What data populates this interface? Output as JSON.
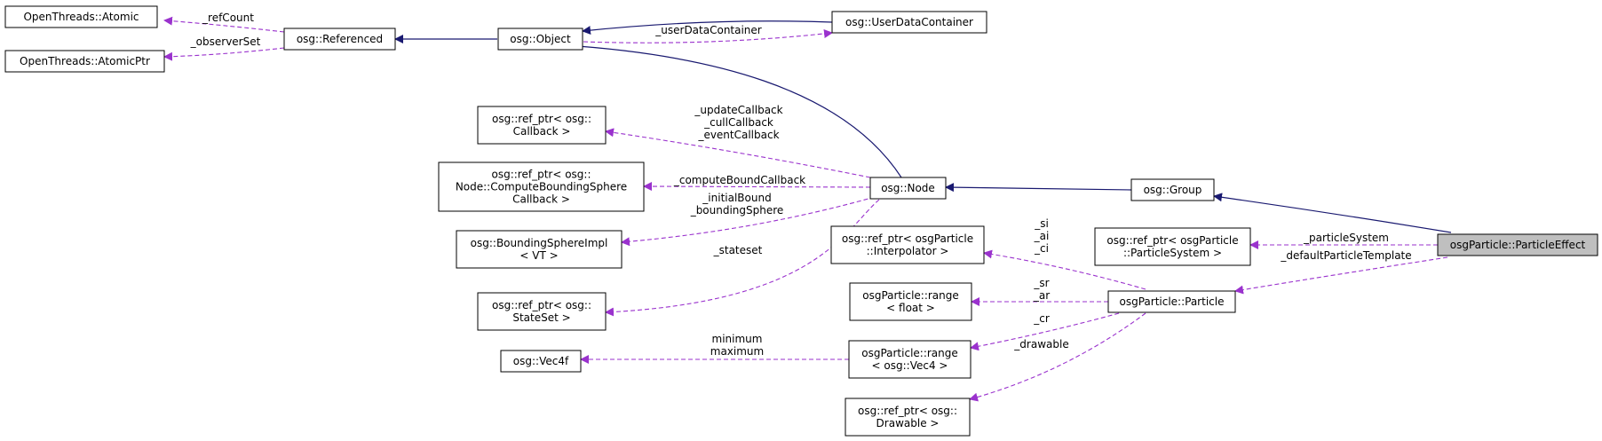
{
  "colors": {
    "inherit_edge": "#191970",
    "usage_edge": "#9a32cd",
    "node_border": "#000000",
    "node_fill": "#ffffff",
    "highlight_fill": "#bfbfbf"
  },
  "nodes": [
    {
      "id": "atomic",
      "lines": [
        "OpenThreads::Atomic"
      ]
    },
    {
      "id": "atomicptr",
      "lines": [
        "OpenThreads::AtomicPtr"
      ]
    },
    {
      "id": "referenced",
      "lines": [
        "osg::Referenced"
      ]
    },
    {
      "id": "object",
      "lines": [
        "osg::Object"
      ]
    },
    {
      "id": "udc",
      "lines": [
        "osg::UserDataContainer"
      ]
    },
    {
      "id": "refcallback",
      "lines": [
        "osg::ref_ptr< osg::",
        "Callback >"
      ]
    },
    {
      "id": "refcbs",
      "lines": [
        "osg::ref_ptr< osg::",
        "Node::ComputeBoundingSphere",
        "Callback >"
      ]
    },
    {
      "id": "bsimpl",
      "lines": [
        "osg::BoundingSphereImpl",
        "< VT >"
      ]
    },
    {
      "id": "refstateset",
      "lines": [
        "osg::ref_ptr< osg::",
        "StateSet >"
      ]
    },
    {
      "id": "vec4f",
      "lines": [
        "osg::Vec4f"
      ]
    },
    {
      "id": "node",
      "lines": [
        "osg::Node"
      ]
    },
    {
      "id": "group",
      "lines": [
        "osg::Group"
      ]
    },
    {
      "id": "refinterp",
      "lines": [
        "osg::ref_ptr< osgParticle",
        "::Interpolator >"
      ]
    },
    {
      "id": "rangefloat",
      "lines": [
        "osgParticle::range",
        "< float >"
      ]
    },
    {
      "id": "rangevec4",
      "lines": [
        "osgParticle::range",
        "< osg::Vec4 >"
      ]
    },
    {
      "id": "refdrawable",
      "lines": [
        "osg::ref_ptr< osg::",
        "Drawable >"
      ]
    },
    {
      "id": "refps",
      "lines": [
        "osg::ref_ptr< osgParticle",
        "::ParticleSystem >"
      ]
    },
    {
      "id": "particle",
      "lines": [
        "osgParticle::Particle"
      ]
    },
    {
      "id": "effect",
      "lines": [
        "osgParticle::ParticleEffect"
      ]
    }
  ],
  "edge_labels": [
    {
      "id": "refcount",
      "lines": [
        "_refCount"
      ]
    },
    {
      "id": "observerset",
      "lines": [
        "_observerSet"
      ]
    },
    {
      "id": "userdatacontainer",
      "lines": [
        "_userDataContainer"
      ]
    },
    {
      "id": "callbacks",
      "lines": [
        "_updateCallback",
        "_cullCallback",
        "_eventCallback"
      ]
    },
    {
      "id": "computebound",
      "lines": [
        "_computeBoundCallback"
      ]
    },
    {
      "id": "initialbound",
      "lines": [
        "_initialBound",
        "_boundingSphere"
      ]
    },
    {
      "id": "stateset",
      "lines": [
        "_stateset"
      ]
    },
    {
      "id": "particlesystem",
      "lines": [
        "_particleSystem"
      ]
    },
    {
      "id": "defaulttemplate",
      "lines": [
        "_defaultParticleTemplate"
      ]
    },
    {
      "id": "siaici",
      "lines": [
        "_si",
        "_ai",
        "_ci"
      ]
    },
    {
      "id": "srar",
      "lines": [
        "_sr",
        "_ar"
      ]
    },
    {
      "id": "cr",
      "lines": [
        "_cr"
      ]
    },
    {
      "id": "drawable",
      "lines": [
        "_drawable"
      ]
    },
    {
      "id": "minmax",
      "lines": [
        "minimum",
        "maximum"
      ]
    }
  ]
}
